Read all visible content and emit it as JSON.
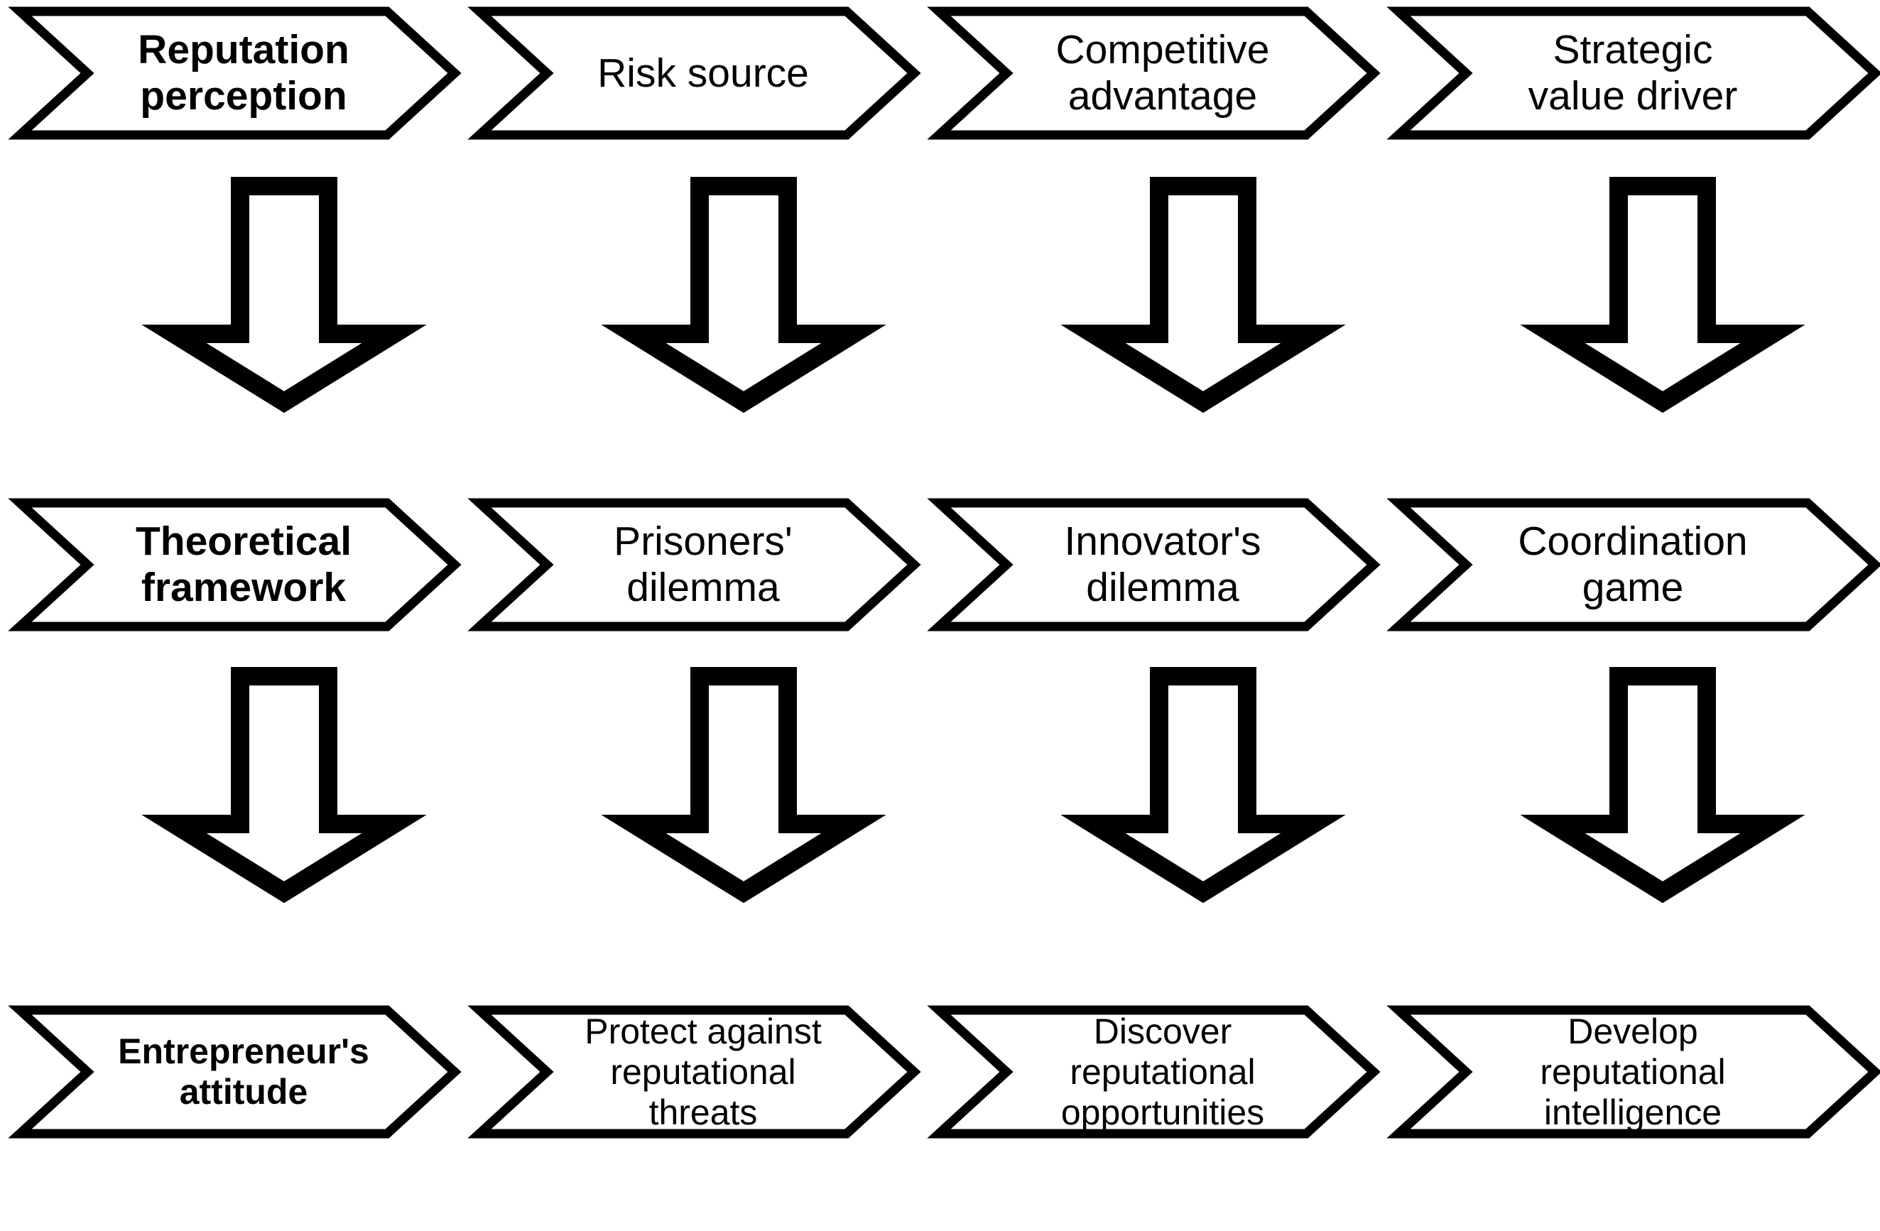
{
  "diagram": {
    "title": "Reputation process chevron diagram",
    "type": "chevron-process-flow",
    "colors": {
      "stroke": "#000000",
      "fill": "#ffffff",
      "text": "#000000"
    },
    "rows": [
      {
        "id": "row-perception",
        "lead_label": "Reputation\nperception",
        "steps": [
          {
            "label": "Reputation\nperception",
            "bold": true
          },
          {
            "label": "Risk source",
            "bold": false
          },
          {
            "label": "Competitive\nadvantage",
            "bold": false
          },
          {
            "label": "Strategic\nvalue driver",
            "bold": false
          }
        ]
      },
      {
        "id": "row-framework",
        "lead_label": "Theoretical\nframework",
        "steps": [
          {
            "label": "Theoretical\nframework",
            "bold": true
          },
          {
            "label": "Prisoners'\ndilemma",
            "bold": false
          },
          {
            "label": "Innovator's\ndilemma",
            "bold": false
          },
          {
            "label": "Coordination\ngame",
            "bold": false
          }
        ]
      },
      {
        "id": "row-attitude",
        "lead_label": "Entrepreneur's\nattitude",
        "steps": [
          {
            "label": "Entrepreneur's\nattitude",
            "bold": true
          },
          {
            "label": "Protect against\nreputational\nthreats",
            "bold": false
          },
          {
            "label": "Discover\nreputational\nopportunities",
            "bold": false
          },
          {
            "label": "Develop\nreputational\nintelligence",
            "bold": false
          }
        ]
      }
    ],
    "connectors": [
      {
        "icon": "down-arrow-icon",
        "from_row": "row-perception",
        "to_row": "row-framework",
        "column": 1
      },
      {
        "icon": "down-arrow-icon",
        "from_row": "row-perception",
        "to_row": "row-framework",
        "column": 2
      },
      {
        "icon": "down-arrow-icon",
        "from_row": "row-perception",
        "to_row": "row-framework",
        "column": 3
      },
      {
        "icon": "down-arrow-icon",
        "from_row": "row-perception",
        "to_row": "row-framework",
        "column": 4
      },
      {
        "icon": "down-arrow-icon",
        "from_row": "row-framework",
        "to_row": "row-attitude",
        "column": 1
      },
      {
        "icon": "down-arrow-icon",
        "from_row": "row-framework",
        "to_row": "row-attitude",
        "column": 2
      },
      {
        "icon": "down-arrow-icon",
        "from_row": "row-framework",
        "to_row": "row-attitude",
        "column": 3
      },
      {
        "icon": "down-arrow-icon",
        "from_row": "row-framework",
        "to_row": "row-attitude",
        "column": 4
      }
    ]
  }
}
